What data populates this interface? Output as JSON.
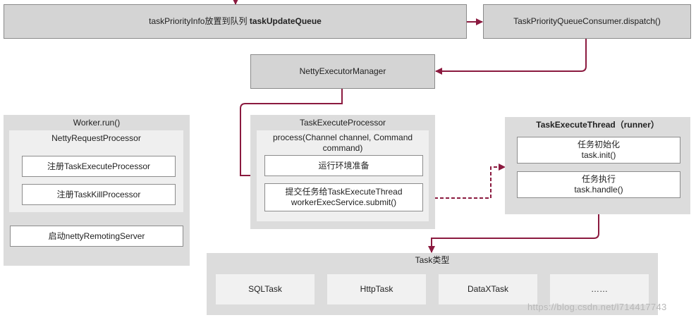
{
  "colors": {
    "connector": "#8b1a3f"
  },
  "queue_box": {
    "prefix": "taskPriorityInfo放置到队列 ",
    "queue_name": "taskUpdateQueue"
  },
  "dispatch_box": "TaskPriorityQueueConsumer.dispatch()",
  "manager_box": "NettyExecutorManager",
  "worker": {
    "title": "Worker.run()",
    "processor_title": "NettyRequestProcessor",
    "items": [
      "注册TaskExecuteProcessor",
      "注册TaskKillProcessor"
    ],
    "remoting": "启动nettyRemotingServer"
  },
  "processor": {
    "title": "TaskExecuteProcessor",
    "method": "process(Channel channel, Command command)",
    "step1": "运行环境准备",
    "step2_line1": "提交任务给TaskExecuteThread",
    "step2_line2": "workerExecService.submit()"
  },
  "thread": {
    "title": "TaskExecuteThread（runner）",
    "init_line1": "任务初始化",
    "init_line2": "task.init()",
    "handle_line1": "任务执行",
    "handle_line2": "task.handle()"
  },
  "tasks": {
    "title": "Task类型",
    "items": [
      "SQLTask",
      "HttpTask",
      "DataXTask",
      "……"
    ]
  },
  "watermark": "https://blog.csdn.net/l714417743"
}
